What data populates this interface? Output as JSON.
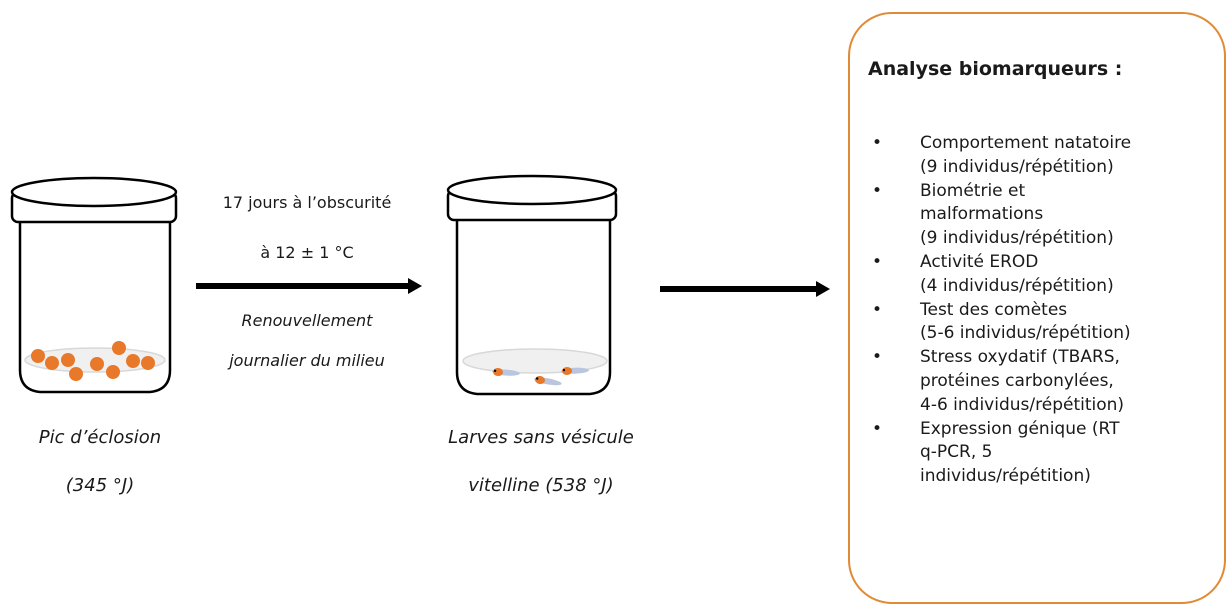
{
  "step1": {
    "caption_line1": "Pic d’éclosion",
    "caption_line2": "(345 °J)"
  },
  "arrow1": {
    "above_line1": "17 jours à l’obscurité",
    "above_line2": "à 12 ± 1 °C",
    "below_line1": "Renouvellement",
    "below_line2": "journalier du milieu"
  },
  "step2": {
    "caption_line1": "Larves sans vésicule",
    "caption_line2": "vitelline (538 °J)"
  },
  "panel": {
    "title": "Analyse biomarqueurs :",
    "bullet_glyph": "•",
    "items": [
      {
        "lines": [
          "Comportement natatoire",
          "(9 individus/répétition)"
        ]
      },
      {
        "lines": [
          "Biométrie et",
          "malformations",
          "(9 individus/répétition)"
        ]
      },
      {
        "lines": [
          "Activité EROD",
          "(4 individus/répétition)"
        ]
      },
      {
        "lines": [
          "Test des comètes",
          "(5-6 individus/répétition)"
        ]
      },
      {
        "lines": [
          "Stress oxydatif (TBARS,",
          "protéines carbonylées,",
          "4-6 individus/répétition)"
        ]
      },
      {
        "lines": [
          "Expression génique (RT",
          "q-PCR, 5",
          "individus/répétition)"
        ]
      }
    ]
  },
  "colors": {
    "egg_orange": "#e8782a",
    "panel_border": "#e08a36",
    "arrow": "#000000",
    "jar_outline": "#000000",
    "larva_orange": "#e8782a",
    "larva_body": "#b9c6dd"
  },
  "icons": [
    "jar-icon",
    "egg-icon",
    "larva-icon",
    "arrow-icon"
  ]
}
